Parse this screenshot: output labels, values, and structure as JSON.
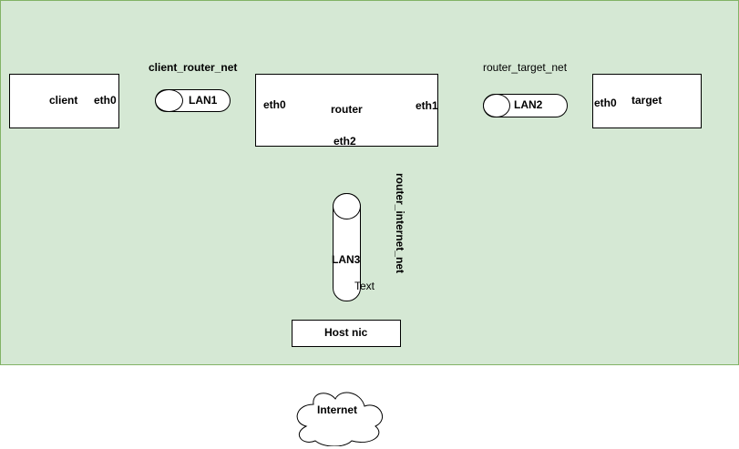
{
  "nodes": {
    "client": {
      "label": "client",
      "iface": "eth0"
    },
    "router": {
      "label": "router",
      "iface_left": "eth0",
      "iface_right": "eth1",
      "iface_bottom": "eth2"
    },
    "target": {
      "label": "target",
      "iface": "eth0"
    },
    "host_nic": {
      "label": "Host nic"
    },
    "internet": {
      "label": "Internet"
    }
  },
  "networks": {
    "lan1": {
      "label": "LAN1",
      "name": "client_router_net"
    },
    "lan2": {
      "label": "LAN2",
      "name": "router_target_net"
    },
    "lan3": {
      "label": "LAN3",
      "name": "router_internet_net",
      "note": "Text"
    }
  },
  "colors": {
    "panel_fill": "#d5e8d4",
    "panel_border": "#82b366"
  }
}
